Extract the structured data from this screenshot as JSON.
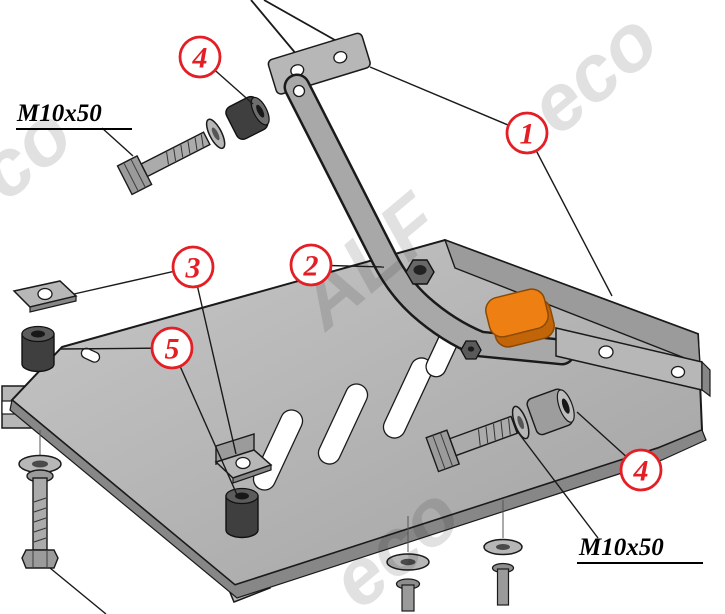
{
  "diagram": {
    "watermark": {
      "alf": "ALF",
      "eco": "eco"
    },
    "labels": {
      "bolt_top_left": "M10x50",
      "bolt_bottom_right": "M10x50"
    },
    "callouts": [
      "4",
      "1",
      "2",
      "3",
      "5",
      "4"
    ],
    "colors": {
      "callout_red": "#e31e24",
      "plate_gray": "#b7b7b7",
      "plate_dark": "#9b9b9b",
      "metal_edge": "#878787",
      "rubber_dark": "#3f3f3f",
      "bushing_orange": "#ee8013",
      "outline": "#1a1a1a",
      "watermark_gray": "#d0d0d0"
    }
  }
}
